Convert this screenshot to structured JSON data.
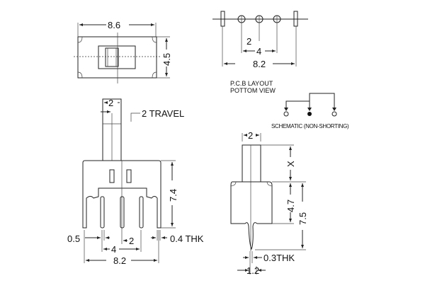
{
  "top_view": {
    "width_dim": "8.6",
    "height_dim": "4.5"
  },
  "pcb_layout": {
    "pitch_dim": "2",
    "span_dim": "4",
    "width_dim": "8.2",
    "title_line1": "P.C.B LAYOUT",
    "title_line2": "POTTOM VIEW"
  },
  "schematic": {
    "label": "SCHEMATIC (NON-SHORTING)"
  },
  "side_view": {
    "actuator_dim": "2",
    "travel_label": "2 TRAVEL",
    "height_dim": "7.4",
    "pin_width_dim": "0.5",
    "pitch_dim": "2",
    "span_dim": "4",
    "width_dim": "8.2",
    "thickness_label": "0.4 THK"
  },
  "end_view": {
    "actuator_dim": "2",
    "actuator_height_dim": "X",
    "body_height_dim": "4.7",
    "total_height_dim": "7.5",
    "thickness_label": "0.3THK",
    "lead_width_dim": "1.2"
  }
}
